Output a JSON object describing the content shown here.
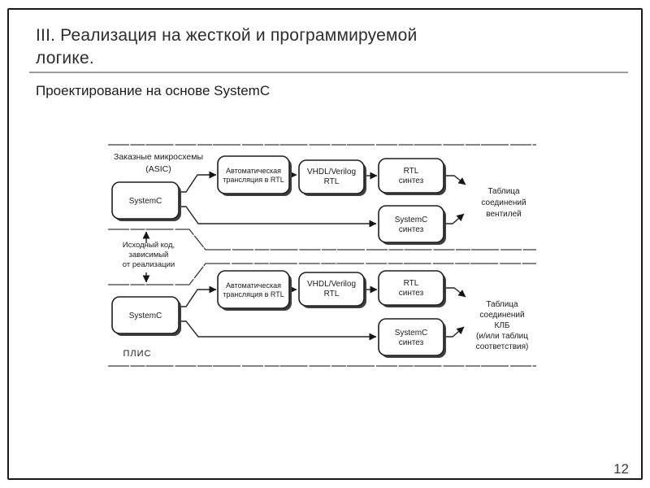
{
  "slide": {
    "title_line1": "III. Реализация на жесткой и программируемой",
    "title_line2": "логике.",
    "subtitle": "Проектирование на основе SystemC",
    "page_number": "12"
  },
  "diagram": {
    "asic": {
      "section_label": [
        "Заказные микросхемы",
        "(ASIC)"
      ],
      "source_box": "SystemC",
      "translate_box": [
        "Автоматическая",
        "трансляция в RTL"
      ],
      "rtl_box": [
        "VHDL/Verilog",
        "RTL"
      ],
      "rtl_synth_box": [
        "RTL",
        "синтез"
      ],
      "systemc_synth_box": [
        "SystemC",
        "синтез"
      ],
      "output": [
        "Таблица",
        "соединений",
        "вентилей"
      ]
    },
    "middle_note": [
      "Исходный код,",
      "зависимый",
      "от реализации"
    ],
    "fpga": {
      "section_label": "ПЛИС",
      "source_box": "SystemC",
      "translate_box": [
        "Автоматическая",
        "трансляция в RTL"
      ],
      "rtl_box": [
        "VHDL/Verilog",
        "RTL"
      ],
      "rtl_synth_box": [
        "RTL",
        "синтез"
      ],
      "systemc_synth_box": [
        "SystemC",
        "синтез"
      ],
      "output": [
        "Таблица",
        "соединений",
        "КЛБ",
        "(и/или таблиц",
        "соответствия)"
      ]
    }
  }
}
